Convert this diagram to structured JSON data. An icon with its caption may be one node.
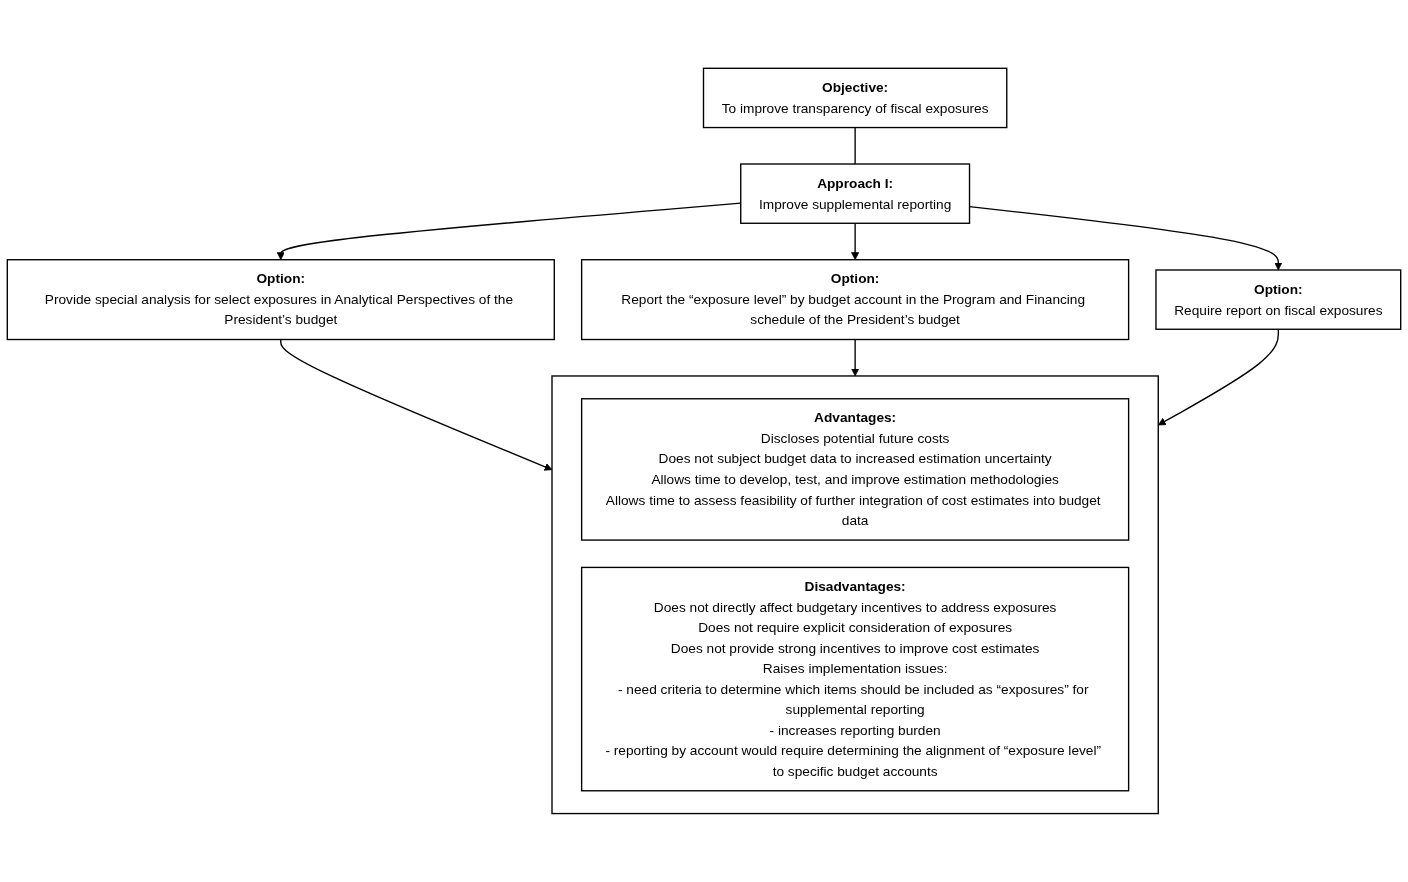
{
  "diagram": {
    "nodes": [
      {
        "text": [
          "Objective:",
          "To improve transparency of fiscal exposures"
        ]
      },
      {
        "text": [
          "Approach I:",
          "Improve supplemental reporting"
        ]
      },
      {
        "text": [
          "Option:",
          "Provide special analysis for select exposures in Analytical Perspectives of the President’s budget"
        ]
      },
      {
        "text": [
          "Option:",
          "Report the “exposure level” by budget account in the Program and Financing schedule of the President’s budget"
        ]
      },
      {
        "text": [
          "Option:",
          "Require report on fiscal exposures"
        ]
      },
      {
        "text": [],
        "shape": "box"
      },
      {
        "text": [
          "Advantages:",
          "Discloses potential future costs",
          "Does not subject budget data to increased estimation uncertainty",
          "Allows time to develop, test, and improve estimation methodologies",
          "Allows time to assess feasibility of further integration of cost estimates into budget data"
        ],
        "in": 5
      },
      {
        "text": [
          "Disadvantages:",
          "Does not directly affect budgetary incentives to address exposures",
          "Does not require explicit consideration of exposures",
          "Does not provide strong incentives to improve cost estimates",
          "Raises implementation issues:",
          "- need criteria to determine which items should be included as “exposures” for supplemental reporting",
          "- increases reporting burden",
          "- reporting by account would require determining the alignment of “exposure level” to specific budget accounts"
        ],
        "in": 5
      }
    ],
    "edges": [
      {
        "from": 0,
        "to": 1,
        "arrow": "none"
      },
      {
        "from": 1,
        "to": 2,
        "arrow": "to"
      },
      {
        "from": 1,
        "to": 3,
        "arrow": "to"
      },
      {
        "from": 1,
        "to": 4,
        "arrow": "to"
      },
      {
        "from": 2,
        "to": 5,
        "arrow": "to"
      },
      {
        "from": 3,
        "to": 5,
        "arrow": "to"
      },
      {
        "from": 4,
        "to": 5,
        "arrow": "to"
      }
    ]
  }
}
